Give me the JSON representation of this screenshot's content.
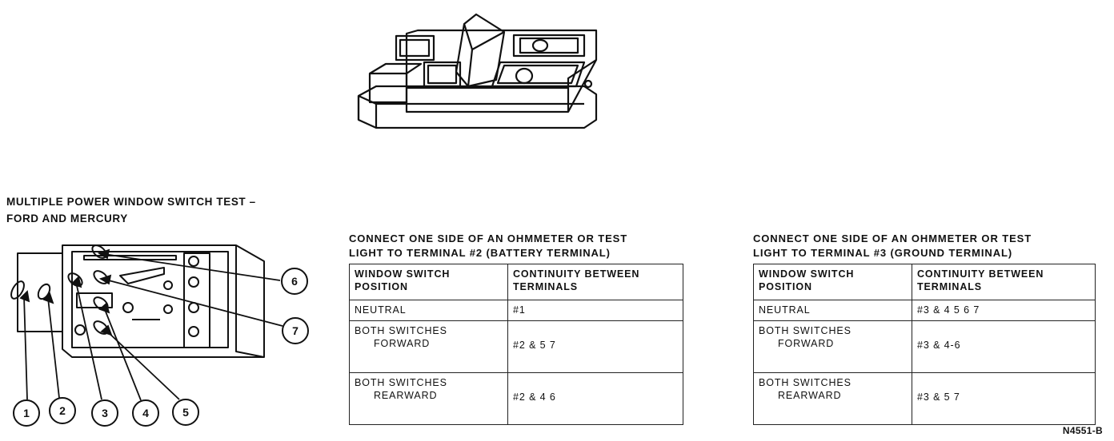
{
  "title": {
    "line1": "MULTIPLE POWER WINDOW SWITCH TEST –",
    "line2": "FORD AND MERCURY"
  },
  "callouts": [
    "1",
    "2",
    "3",
    "4",
    "5",
    "6",
    "7"
  ],
  "table_battery": {
    "caption_line1": "CONNECT ONE SIDE OF AN OHMMETER OR TEST",
    "caption_line2": "LIGHT TO TERMINAL #2 (BATTERY TERMINAL)",
    "headers": [
      {
        "line1": "WINDOW SWITCH",
        "line2": "POSITION"
      },
      {
        "line1": "CONTINUITY BETWEEN",
        "line2": "TERMINALS"
      }
    ],
    "rows": [
      {
        "pos1": "NEUTRAL",
        "pos2": "",
        "value": "#1"
      },
      {
        "pos1": "BOTH SWITCHES",
        "pos2": "FORWARD",
        "value": "#2 & 5 7"
      },
      {
        "pos1": "BOTH SWITCHES",
        "pos2": "REARWARD",
        "value": "#2 & 4 6"
      }
    ]
  },
  "table_ground": {
    "caption_line1": "CONNECT ONE SIDE OF AN OHMMETER OR TEST",
    "caption_line2": "LIGHT TO TERMINAL #3 (GROUND TERMINAL)",
    "headers": [
      {
        "line1": "WINDOW SWITCH",
        "line2": "POSITION"
      },
      {
        "line1": "CONTINUITY BETWEEN",
        "line2": "TERMINALS"
      }
    ],
    "rows": [
      {
        "pos1": "NEUTRAL",
        "pos2": "",
        "value": "#3 & 4 5 6 7"
      },
      {
        "pos1": "BOTH SWITCHES",
        "pos2": "FORWARD",
        "value": "#3 & 4-6"
      },
      {
        "pos1": "BOTH SWITCHES",
        "pos2": "REARWARD",
        "value": "#3 & 5 7"
      }
    ]
  },
  "figure_code": "N4551-B"
}
